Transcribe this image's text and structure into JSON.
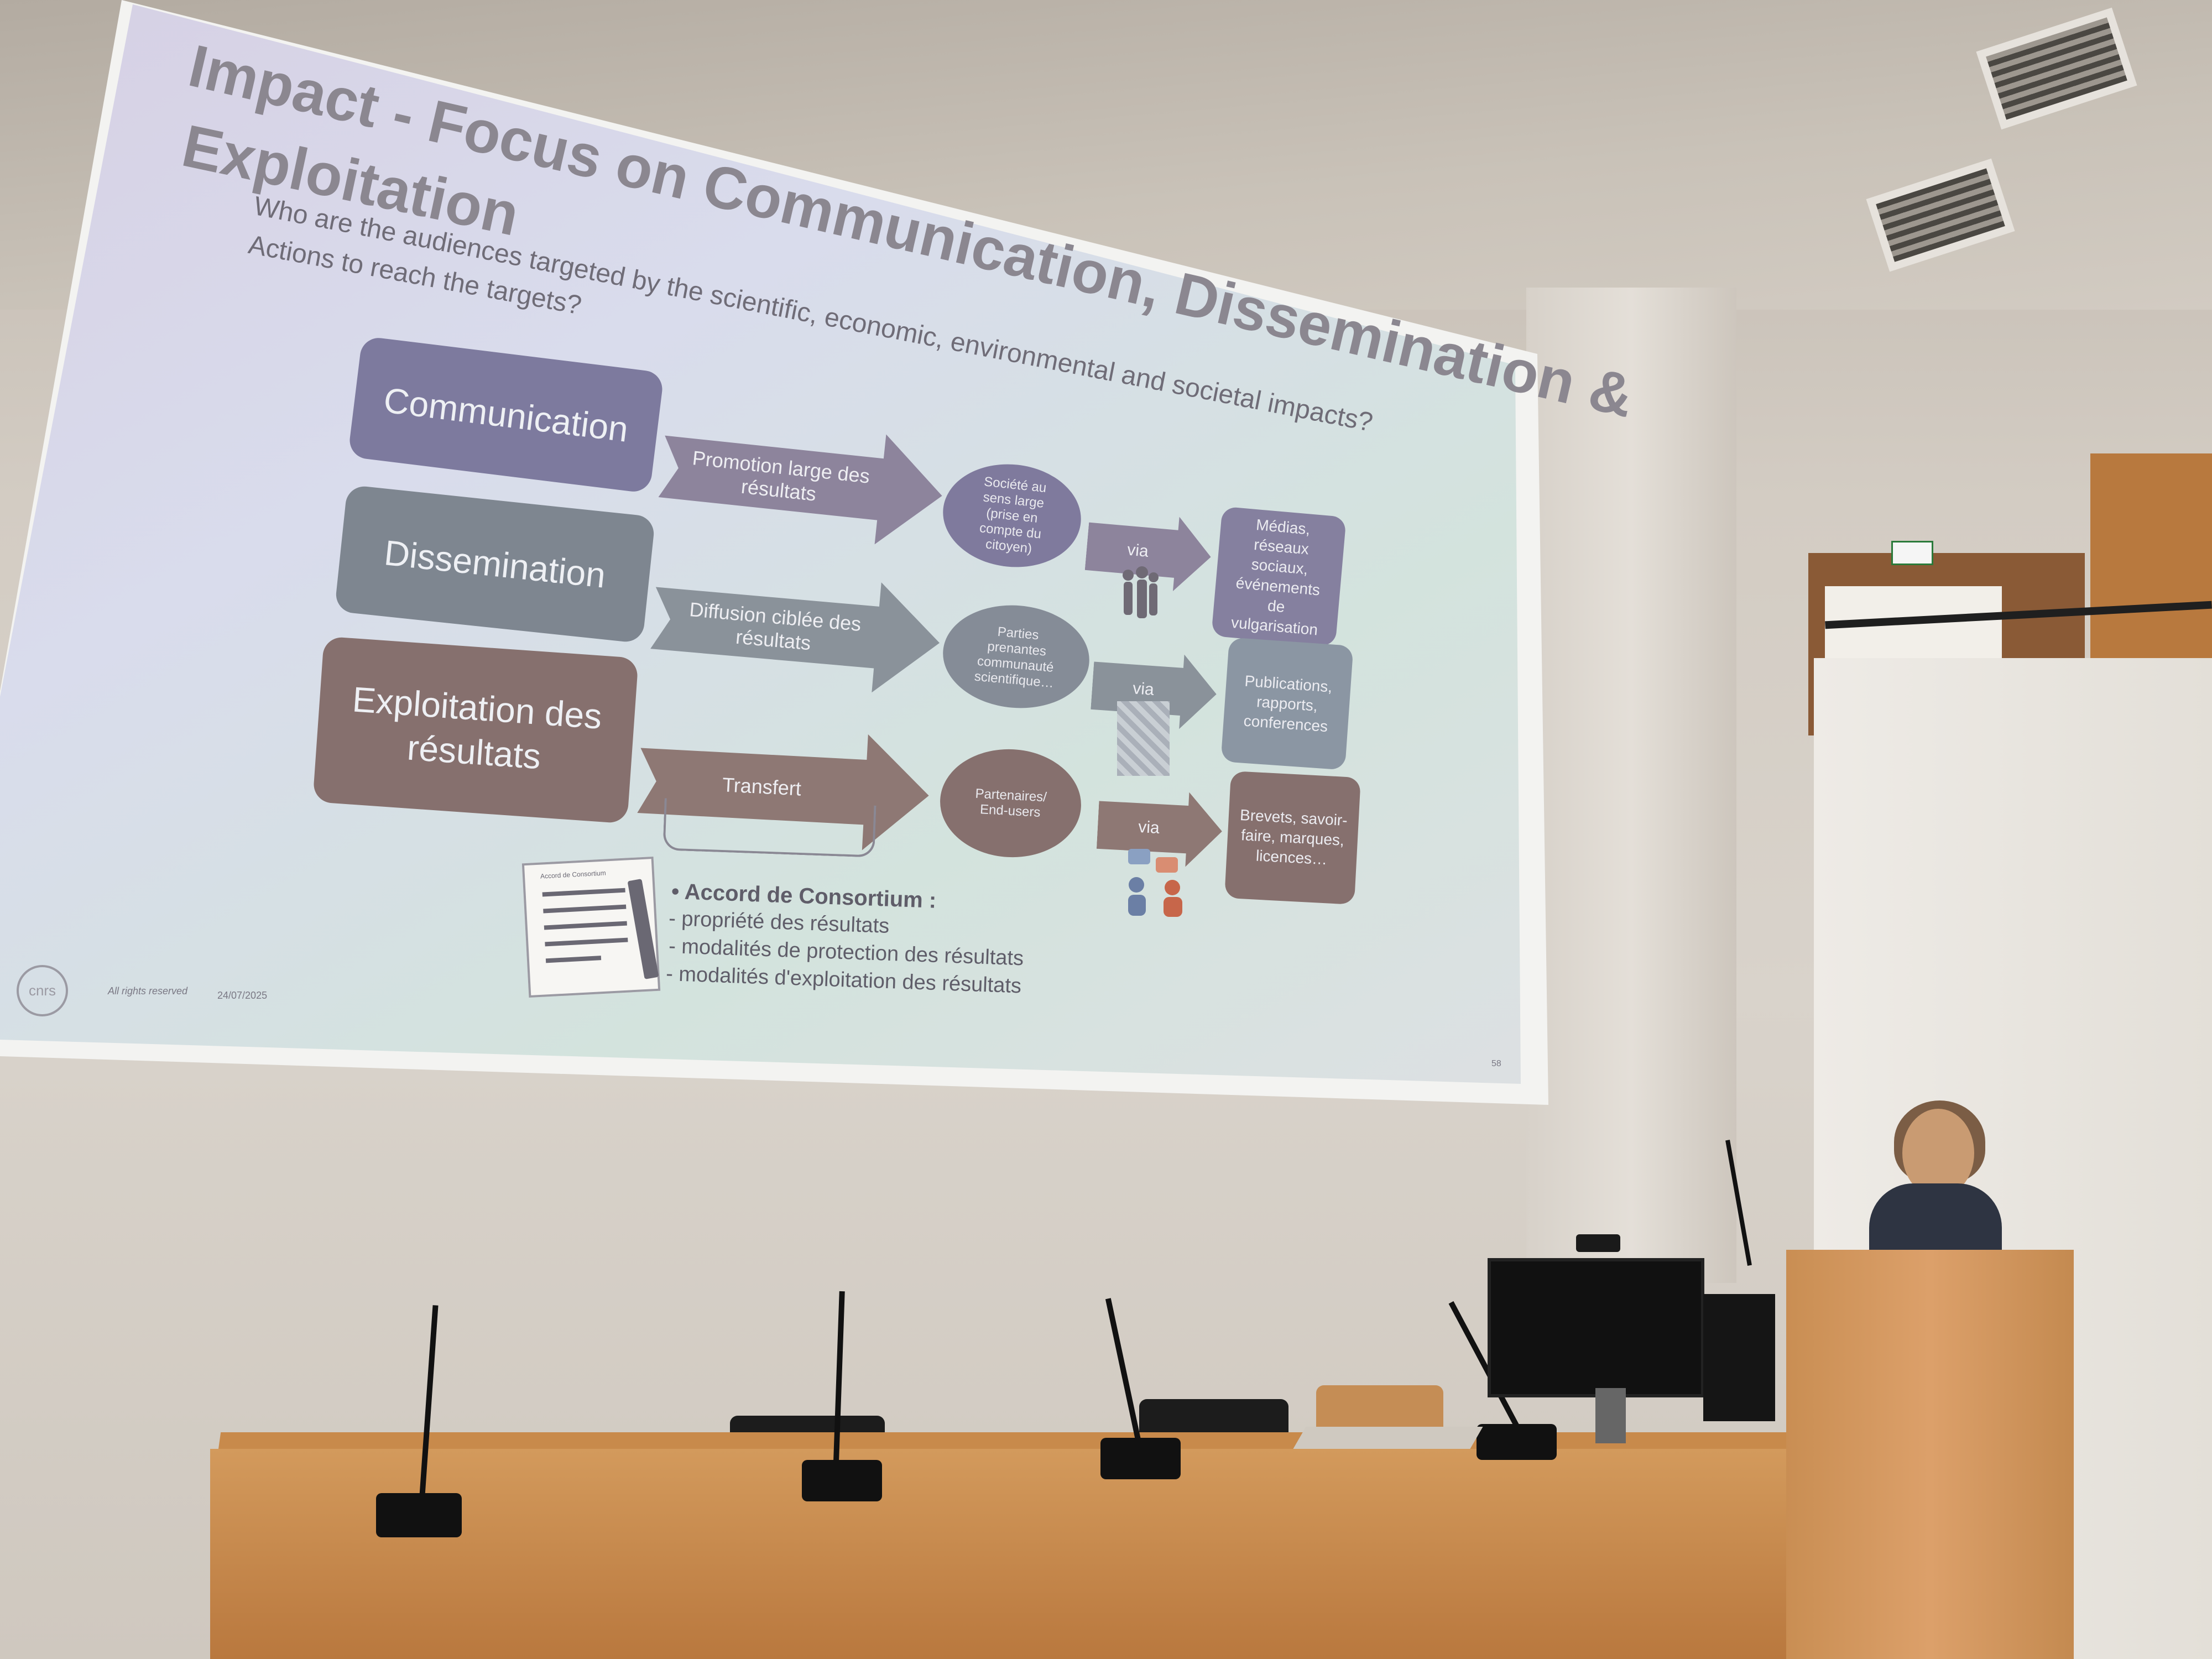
{
  "slide": {
    "title_line1": "Impact - Focus on Communication, Dissemination &",
    "title_line2": "Exploitation",
    "question_line1": "Who are the audiences targeted by the scientific, economic, environmental and societal impacts?",
    "question_line2": "Actions to reach the targets?",
    "categories": [
      {
        "label": "Communication"
      },
      {
        "label": "Dissemination"
      },
      {
        "label": "Exploitation des résultats"
      }
    ],
    "arrows": [
      {
        "label": "Promotion large des résultats"
      },
      {
        "label": "Diffusion ciblée des résultats"
      },
      {
        "label": "Transfert"
      }
    ],
    "audiences": [
      {
        "label": "Société au sens large (prise en compte du citoyen)"
      },
      {
        "label": "Parties prenantes communauté scientifique…"
      },
      {
        "label": "Partenaires/ End-users"
      }
    ],
    "via_label": "via",
    "outputs": [
      {
        "label": "Médias, réseaux sociaux, événements de vulgarisation"
      },
      {
        "label": "Publications, rapports, conferences"
      },
      {
        "label": "Brevets, savoir-faire, marques, licences…"
      }
    ],
    "bullet_heading": "Accord de Consortium :",
    "bullets": [
      "- propriété des résultats",
      "- modalités de protection des résultats",
      "- modalités d'exploitation des résultats"
    ],
    "document_caption": "Accord de Consortium",
    "logo_text": "cnrs",
    "footer_rights": "All rights reserved",
    "footer_date": "24/07/2025",
    "slide_number": "58",
    "colors": {
      "communication": "#7d7a9e",
      "dissemination": "#7e8690",
      "exploitation": "#86706e"
    }
  }
}
